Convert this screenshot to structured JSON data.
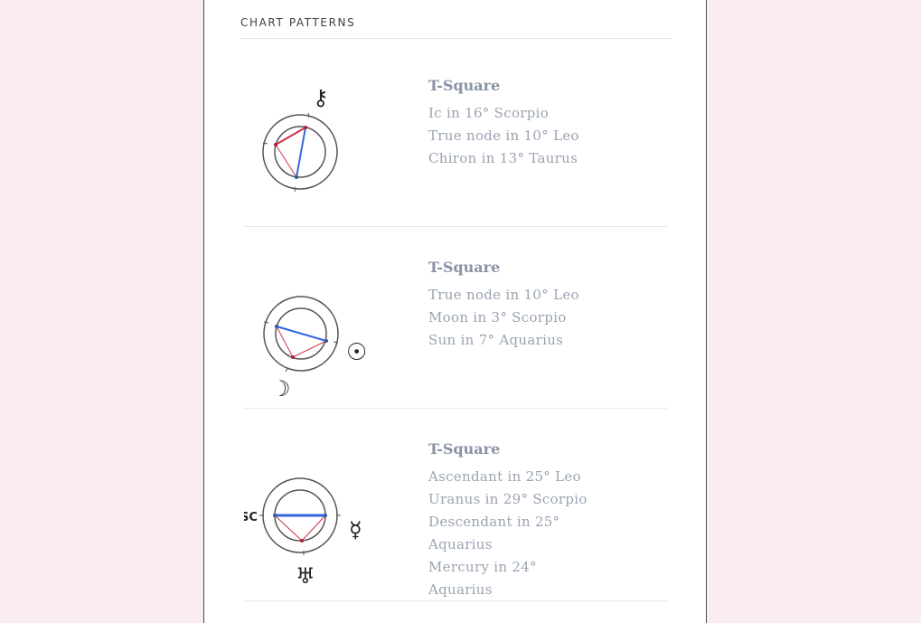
{
  "section": {
    "title": "CHART PATTERNS"
  },
  "colors": {
    "background": "#f9edf1",
    "panel": "#ffffff",
    "text": "#9aa3b1",
    "name": "#8893a3",
    "red_aspect": "#cc3344",
    "blue_aspect": "#3366dd"
  },
  "patterns": [
    {
      "name": "T-Square",
      "placements": [
        "Ic in 16° Scorpio",
        "True node in 10° Leo",
        "Chiron in 13° Taurus"
      ],
      "glyphs": [
        {
          "icon": "chiron-icon",
          "char": "⚷"
        }
      ]
    },
    {
      "name": "T-Square",
      "placements": [
        "True node in 10° Leo",
        "Moon in 3° Scorpio",
        "Sun in 7° Aquarius"
      ],
      "glyphs": [
        {
          "icon": "sun-icon",
          "char": "☉"
        },
        {
          "icon": "moon-icon",
          "char": "☽"
        }
      ]
    },
    {
      "name": "T-Square",
      "placements": [
        "Ascendant in 25° Leo",
        "Uranus in 29° Scorpio",
        "Descendant in 25° Aquarius",
        "Mercury in 24° Aquarius"
      ],
      "glyphs": [
        {
          "icon": "ascendant-label",
          "char": "ASC"
        },
        {
          "icon": "mercury-icon",
          "char": "☿"
        },
        {
          "icon": "uranus-icon",
          "char": "♅"
        }
      ]
    }
  ]
}
